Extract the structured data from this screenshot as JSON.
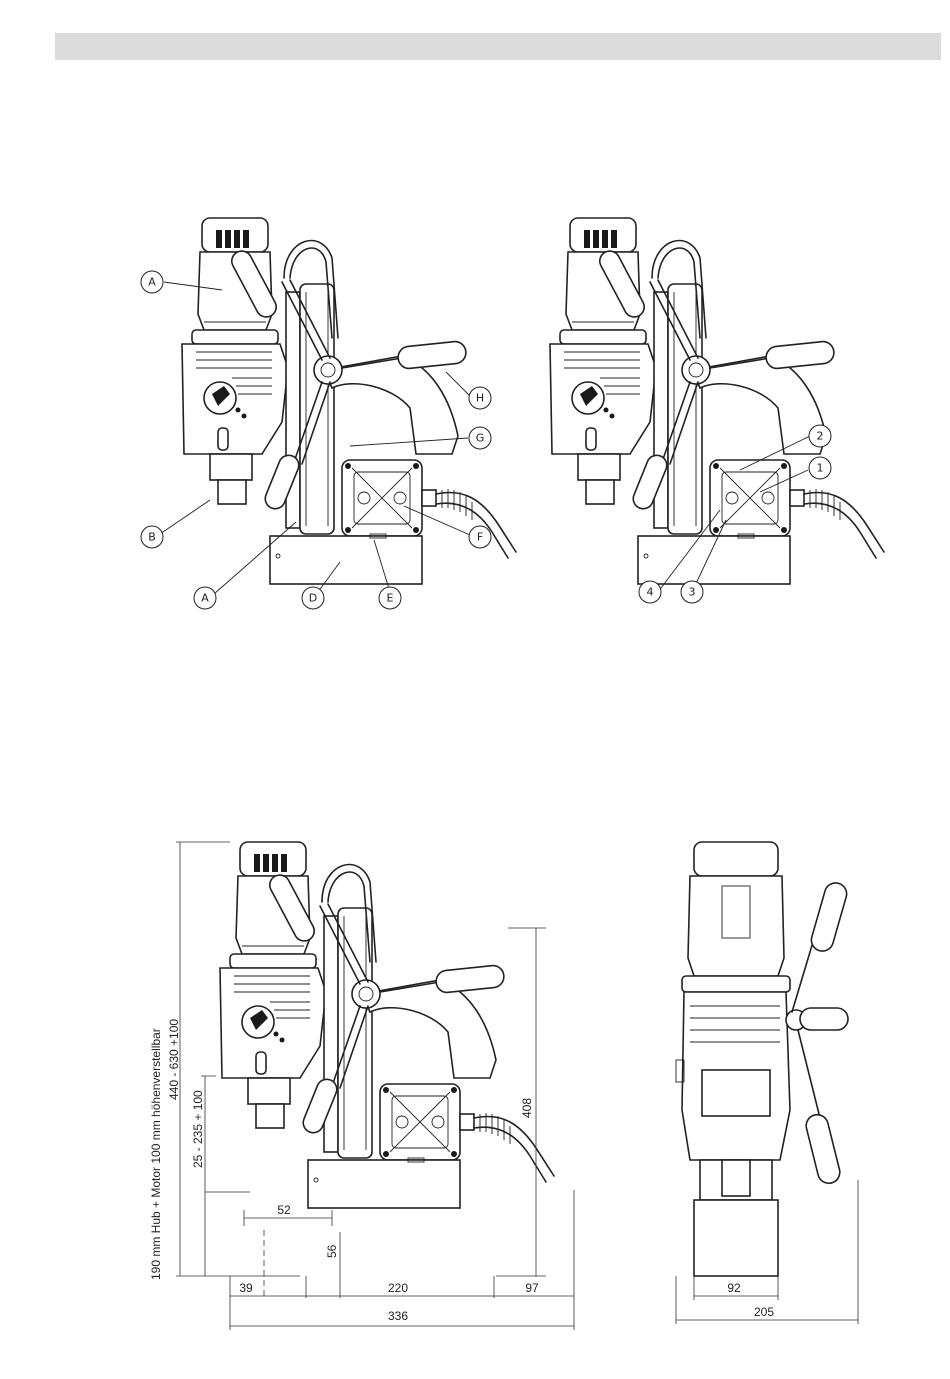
{
  "callouts_left": [
    "A",
    "H",
    "G",
    "B",
    "F",
    "A",
    "D",
    "E"
  ],
  "callouts_right": [
    "2",
    "1",
    "4",
    "3"
  ],
  "dimensions": {
    "d52": "52",
    "d56": "56",
    "d39": "39",
    "d220": "220",
    "d97": "97",
    "d336": "336",
    "d408": "408",
    "d92": "92",
    "d205": "205",
    "v_range_1": "25 - 235 + 100",
    "v_range_2": "440 - 630 +100",
    "v_note": "190 mm Hub + Motor 100 mm höhenverstellbar"
  },
  "colors": {
    "header_bar": "#dcdcdc",
    "line": "#222222"
  }
}
